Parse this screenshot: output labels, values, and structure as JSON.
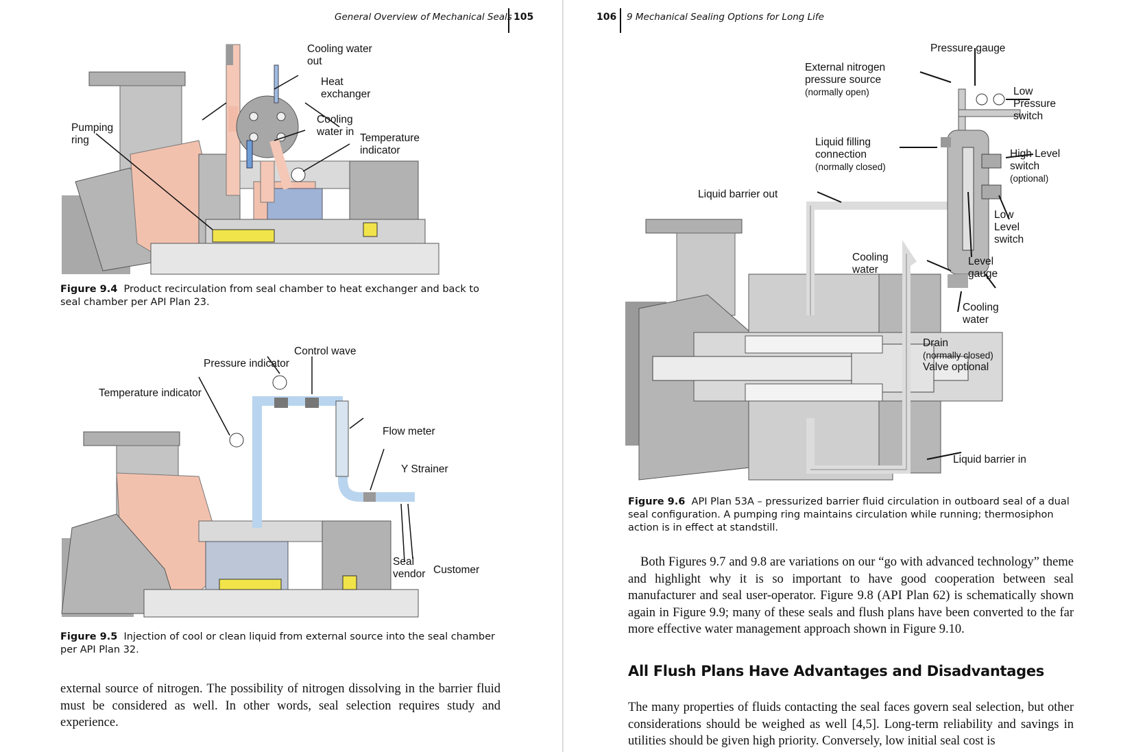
{
  "left_page": {
    "running_head": "General Overview of Mechanical Seals",
    "page_number": "105",
    "figure_9_4": {
      "labels": {
        "cooling_water_out": "Cooling water\nout",
        "heat_exchanger": "Heat\nexchanger",
        "cooling_water_in": "Cooling\nwater in",
        "temperature_indicator": "Temperature\nindicator",
        "pumping_ring": "Pumping\nring"
      },
      "caption_label": "Figure 9.4",
      "caption_text": "Product recirculation from seal chamber to heat exchanger and back to seal chamber per API Plan 23."
    },
    "figure_9_5": {
      "labels": {
        "control_wave": "Control wave",
        "pressure_indicator": "Pressure indicator",
        "temperature_indicator": "Temperature indicator",
        "flow_meter": "Flow meter",
        "y_strainer": "Y Strainer",
        "seal_vendor": "Seal\nvendor",
        "customer": "Customer"
      },
      "caption_label": "Figure 9.5",
      "caption_text": "Injection of cool or clean liquid from external source into the seal chamber per API Plan 32."
    },
    "body_text": "external source of nitrogen. The possibility of nitrogen dissolving in the barrier fluid must be considered as well. In other words, seal selection requires study and experience."
  },
  "right_page": {
    "page_number": "106",
    "running_head": "9  Mechanical Sealing Options for Long Life",
    "figure_9_6": {
      "labels": {
        "pressure_gauge": "Pressure gauge",
        "external_nitrogen": "External nitrogen\npressure source",
        "external_nitrogen_note": "(normally open)",
        "low_pressure_switch": "Low\nPressure\nswitch",
        "liquid_filling": "Liquid filling\nconnection",
        "liquid_filling_note": "(normally closed)",
        "high_level_switch": "High Level\nswitch",
        "high_level_note": "(optional)",
        "liquid_barrier_out": "Liquid barrier out",
        "low_level_switch": "Low\nLevel\nswitch",
        "cooling_water_1": "Cooling\nwater",
        "level_gauge": "Level\ngauge",
        "cooling_water_2": "Cooling\nwater",
        "drain": "Drain",
        "drain_note": "(normally closed)",
        "valve_optional": "Valve optional",
        "liquid_barrier_in": "Liquid barrier in"
      },
      "caption_label": "Figure 9.6",
      "caption_text": "API Plan 53A – pressurized barrier fluid circulation in outboard seal of a dual seal configuration. A pumping ring maintains circulation while running; thermosiphon action is in effect at standstill."
    },
    "paragraph_1": "Both Figures 9.7 and 9.8 are variations on our “go with advanced technology” theme and highlight why it is so important to have good cooperation between seal manufacturer and seal user-operator. Figure 9.8 (API Plan 62) is schematically shown again in Figure 9.9; many of these seals and flush plans have been converted to the far more effective water management approach shown in Figure 9.10.",
    "section_heading": "All Flush Plans Have Advantages and Disadvantages",
    "paragraph_2": "The many properties of fluids contacting the seal faces govern seal selection, but other considerations should be weighed as well [4,5]. Long-term reliability and savings in utilities should be given high priority. Conversely, low initial seal cost is"
  }
}
